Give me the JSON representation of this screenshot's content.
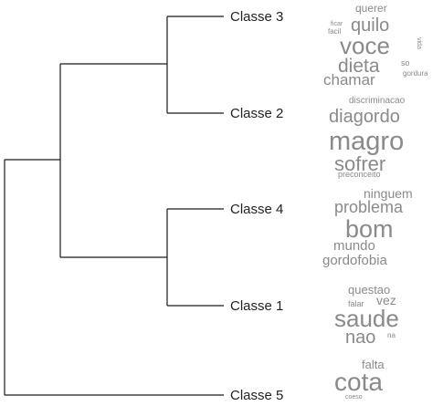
{
  "dendrogram": {
    "leaves": [
      {
        "id": "c3",
        "label": "Classe 3"
      },
      {
        "id": "c2",
        "label": "Classe 2"
      },
      {
        "id": "c4",
        "label": "Classe 4"
      },
      {
        "id": "c1",
        "label": "Classe 1"
      },
      {
        "id": "c5",
        "label": "Classe 5"
      }
    ]
  },
  "word_clouds": {
    "c3": [
      "querer",
      "ficar",
      "facil",
      "quilo",
      "voce",
      "vida",
      "dieta",
      "so",
      "gordura",
      "chamar"
    ],
    "c2": [
      "discriminacao",
      "diagordo",
      "magro",
      "sofrer",
      "preconceito"
    ],
    "c4": [
      "ninguem",
      "problema",
      "bom",
      "mundo",
      "gordofobia"
    ],
    "c1": [
      "questao",
      "falar",
      "vez",
      "saude",
      "nao",
      "na"
    ],
    "c5": [
      "falta",
      "cota",
      "coeso"
    ]
  },
  "colors": {
    "line": "#1a1a1a",
    "word": "#8a8a8a",
    "label": "#222222"
  }
}
